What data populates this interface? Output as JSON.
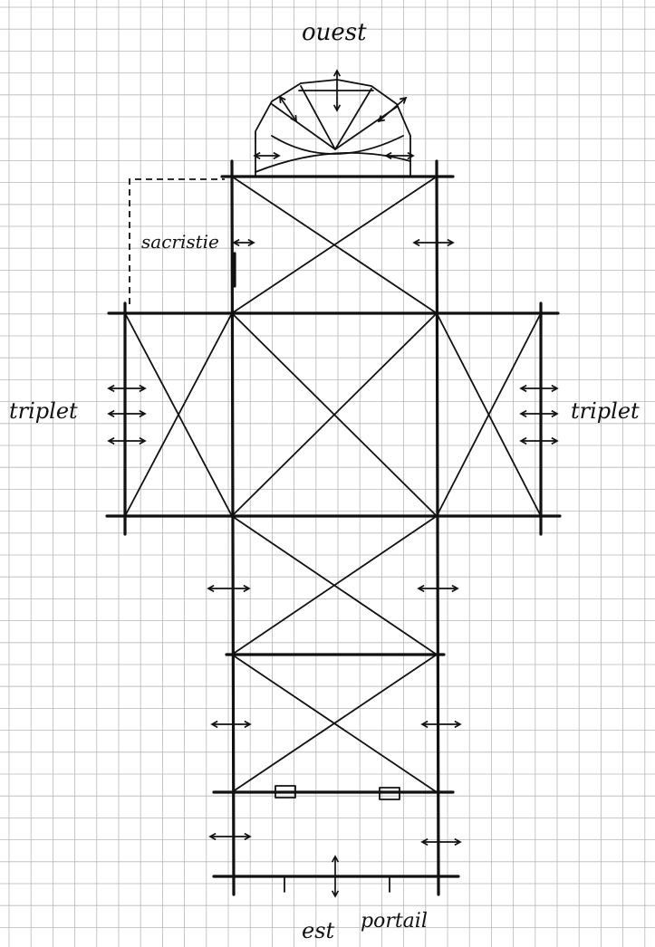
{
  "sheet": {
    "paper": "graph-paper",
    "grid_color": "#b8b8b8",
    "ink_color": "#111111"
  },
  "labels": {
    "top": "ouest",
    "left": "triplet",
    "right": "triplet",
    "sacristy": "sacristie",
    "bottom_left": "est",
    "bottom_right": "portail"
  },
  "marks": {
    "arrow_icon": "double-headed-arrow",
    "door_icon": "small-rectangle"
  }
}
